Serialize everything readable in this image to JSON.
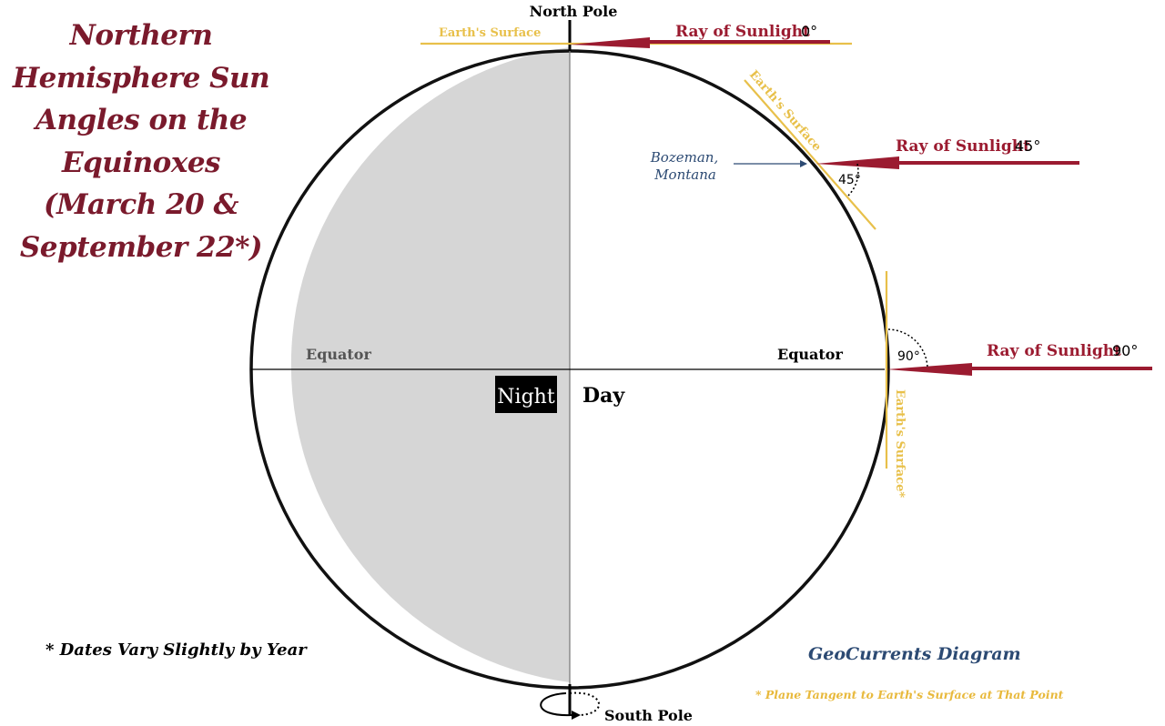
{
  "title": "Northern Hemisphere Sun Angles on the Equinoxes (March 20 & September 22*)",
  "footnote": "* Dates Vary Slightly by Year",
  "credit": "GeoCurrents Diagram",
  "tangent_note": "* Plane Tangent to Earth's Surface at That Point",
  "labels": {
    "north_pole": "North Pole",
    "south_pole": "South Pole",
    "equator_left": "Equator",
    "equator_right": "Equator",
    "night": "Night",
    "day": "Day",
    "location": [
      "Bozeman,",
      "Montana"
    ],
    "surface_top": "Earth's Surface",
    "surface_mid": "Earth's Surface",
    "surface_right": "Earth's Surface*"
  },
  "rays": [
    {
      "label": "Ray of Sunlight",
      "angle": "0°"
    },
    {
      "label": "Ray of Sunlight",
      "angle": "45°"
    },
    {
      "label": "Ray of Sunlight",
      "angle": "90°"
    }
  ],
  "angle_marks": [
    "45°",
    "90°"
  ],
  "colors": {
    "title": "#7a1a2c",
    "ray": "#9b1b30",
    "surface": "#e8c04a",
    "night_fill": "#d6d6d6",
    "credit": "#2c4a73",
    "location": "#2c4a73",
    "note": "#e8b93c",
    "outline": "#111111"
  }
}
